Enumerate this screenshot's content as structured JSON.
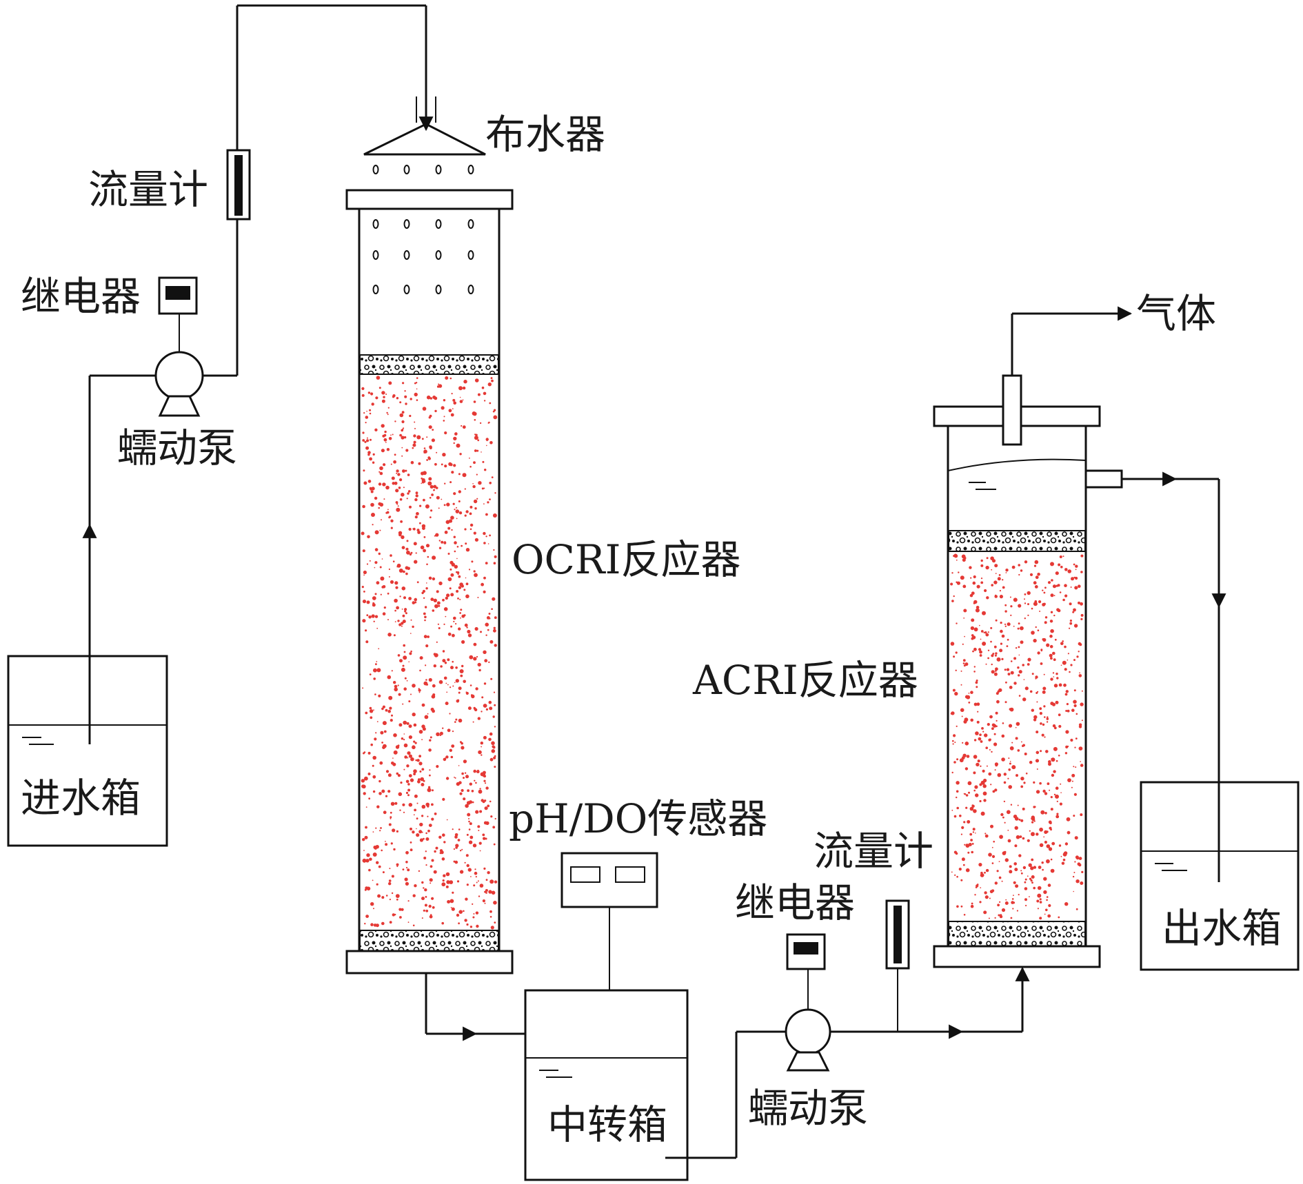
{
  "labels": {
    "distributor": "布水器",
    "flowmeter_left": "流量计",
    "relay_left": "继电器",
    "pump_left": "蠕动泵",
    "inlet_tank": "进水箱",
    "ocri_reactor": "OCRI反应器",
    "ph_do_sensor": "pH/DO传感器",
    "transfer_tank": "中转箱",
    "flowmeter_right": "流量计",
    "relay_right": "继电器",
    "pump_right": "蠕动泵",
    "acri_reactor": "ACRI反应器",
    "gas": "气体",
    "outlet_tank": "出水箱"
  },
  "colors": {
    "line": "#111111",
    "packing_dots": "#e53935",
    "background": "#ffffff"
  }
}
